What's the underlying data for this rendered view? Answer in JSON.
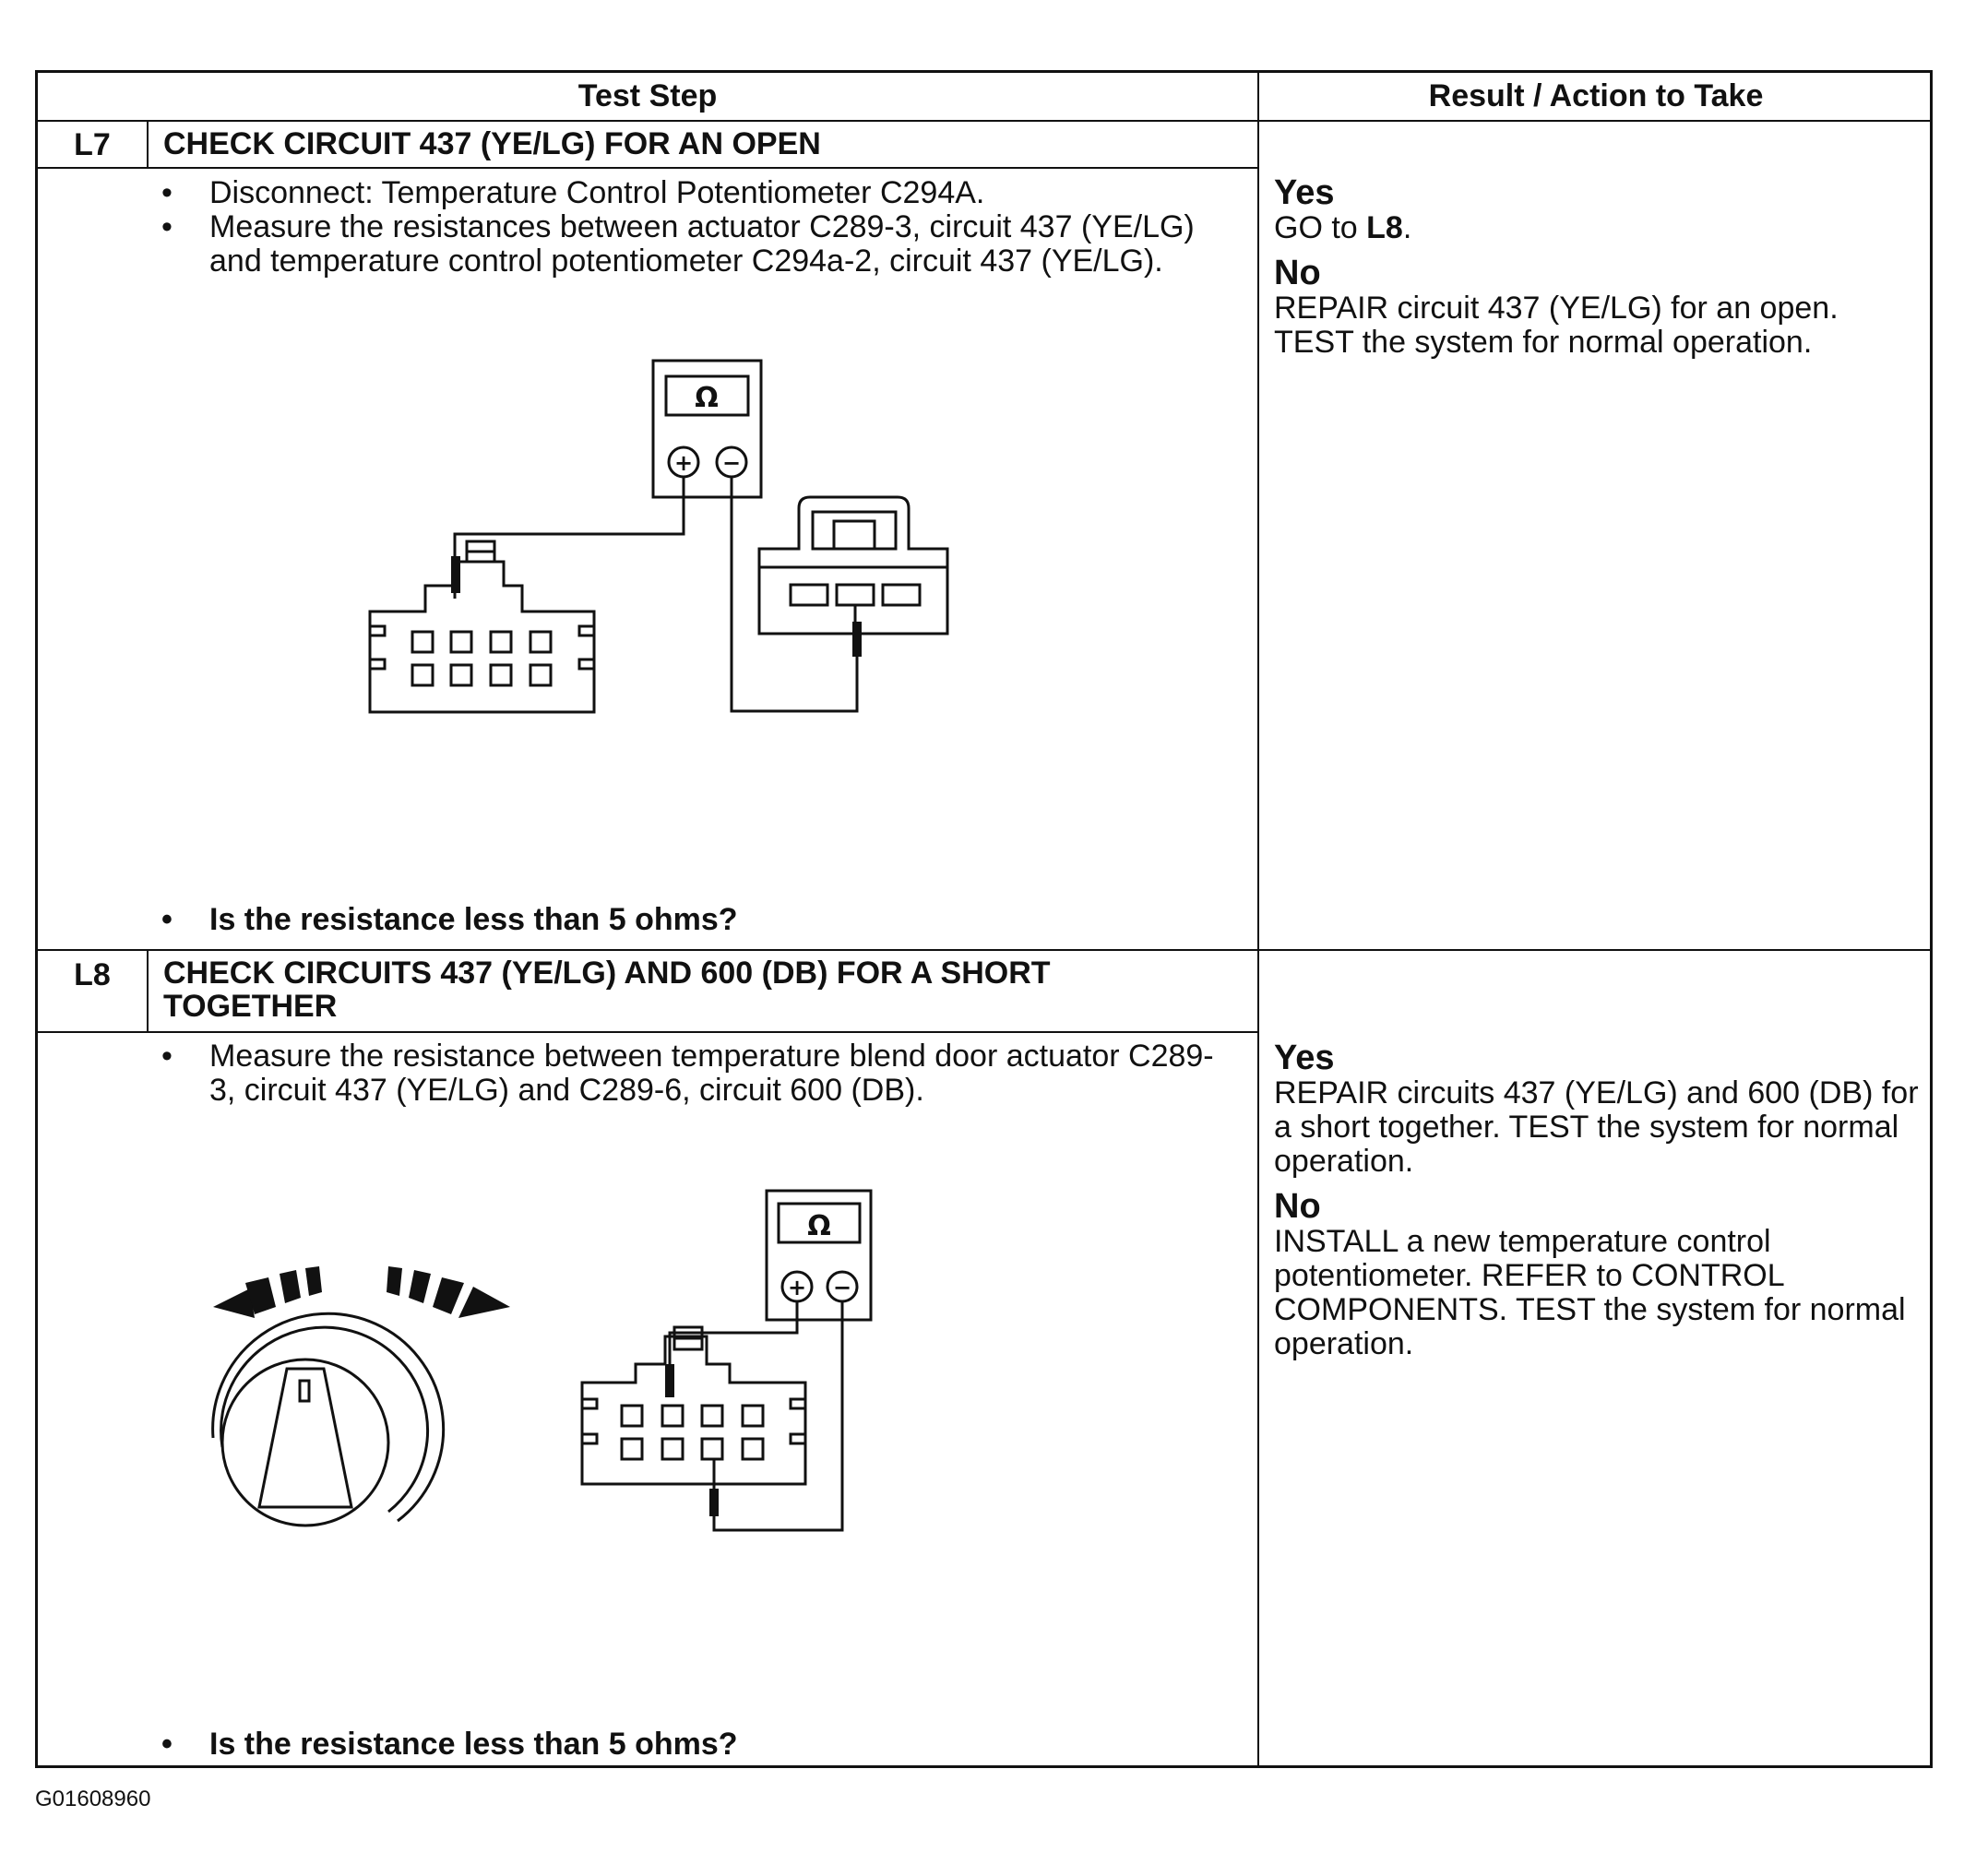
{
  "table": {
    "header_test_step": "Test Step",
    "header_result": "Result / Action to Take"
  },
  "steps": [
    {
      "id": "L7",
      "title": "CHECK CIRCUIT 437 (YE/LG) FOR AN OPEN",
      "bullets": [
        "Disconnect: Temperature Control Potentiometer C294A.",
        "Measure the resistances between actuator C289-3, circuit 437 (YE/LG) and temperature control potentiometer C294a-2, circuit 437 (YE/LG)."
      ],
      "question": "Is the resistance less than 5 ohms?",
      "meter_symbol": "Ω",
      "plus_symbol": "+",
      "minus_symbol": "−",
      "yes_label": "Yes",
      "yes_text_prefix": "GO to ",
      "yes_text_bold": "L8",
      "yes_text_suffix": ".",
      "no_label": "No",
      "no_text": "REPAIR circuit 437 (YE/LG) for an open. TEST the system for normal operation."
    },
    {
      "id": "L8",
      "title": "CHECK CIRCUITS 437 (YE/LG) AND 600 (DB) FOR A SHORT TOGETHER",
      "bullets": [
        "Measure the resistance between temperature blend door actuator C289-3, circuit 437 (YE/LG) and C289-6, circuit 600 (DB)."
      ],
      "question": "Is the resistance less than 5 ohms?",
      "meter_symbol": "Ω",
      "plus_symbol": "+",
      "minus_symbol": "−",
      "yes_label": "Yes",
      "yes_text": "REPAIR circuits 437 (YE/LG) and 600 (DB) for a short together. TEST the system for normal operation.",
      "no_label": "No",
      "no_text": "INSTALL a new temperature control potentiometer. REFER to CONTROL COMPONENTS. TEST the system for normal operation."
    }
  ],
  "figure_id": "G01608960"
}
